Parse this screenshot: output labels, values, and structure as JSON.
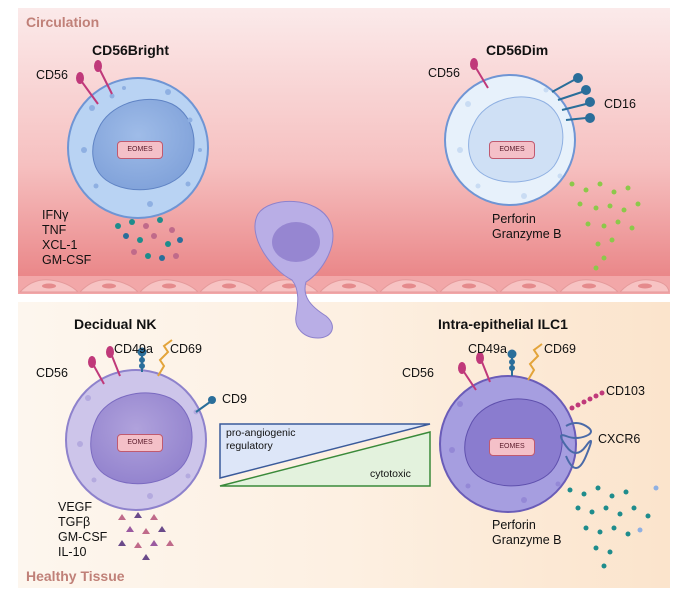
{
  "regions": {
    "top_label": "Circulation",
    "bottom_label": "Healthy Tissue"
  },
  "nucleus_label": "EOMES",
  "cells": {
    "cd56bright": {
      "title": "CD56Bright",
      "marker": "CD56",
      "secreted": [
        "IFNγ",
        "TNF",
        "XCL-1",
        "GM-CSF"
      ],
      "color": "#b9d3f3"
    },
    "cd56dim": {
      "title": "CD56Dim",
      "marker_cd56": "CD56",
      "marker_cd16": "CD16",
      "secreted": [
        "Perforin",
        "Granzyme B"
      ],
      "color": "#e7f1fb"
    },
    "decidual_nk": {
      "title": "Decidual NK",
      "markers": {
        "cd56": "CD56",
        "cd49a": "CD49a",
        "cd69": "CD69",
        "cd9": "CD9"
      },
      "secreted": [
        "VEGF",
        "TGFβ",
        "GM-CSF",
        "IL-10"
      ],
      "color": "#cdc5ea"
    },
    "ilc1": {
      "title": "Intra-epithelial ILC1",
      "markers": {
        "cd56": "CD56",
        "cd49a": "CD49a",
        "cd69": "CD69",
        "cd103": "CD103",
        "cxcr6": "CXCR6"
      },
      "secreted": [
        "Perforin",
        "Granzyme B"
      ],
      "color": "#a69ee0"
    }
  },
  "gradient": {
    "upper_label": "pro-angiogenic regulatory",
    "lower_label": "cytotoxic",
    "upper_color": "#dde6f8",
    "lower_color": "#e3f2dd"
  },
  "colors": {
    "circulation": "#f09a9a",
    "tissue": "#fbe6d0",
    "cd56_receptor": "#c0397a",
    "cd16_receptor": "#2a6e9a",
    "cd49a_receptor": "#2a6e9a",
    "cd69_receptor": "#e3a43a",
    "granules_teal": "#1e8c8c",
    "granules_green": "#8cc84a"
  }
}
